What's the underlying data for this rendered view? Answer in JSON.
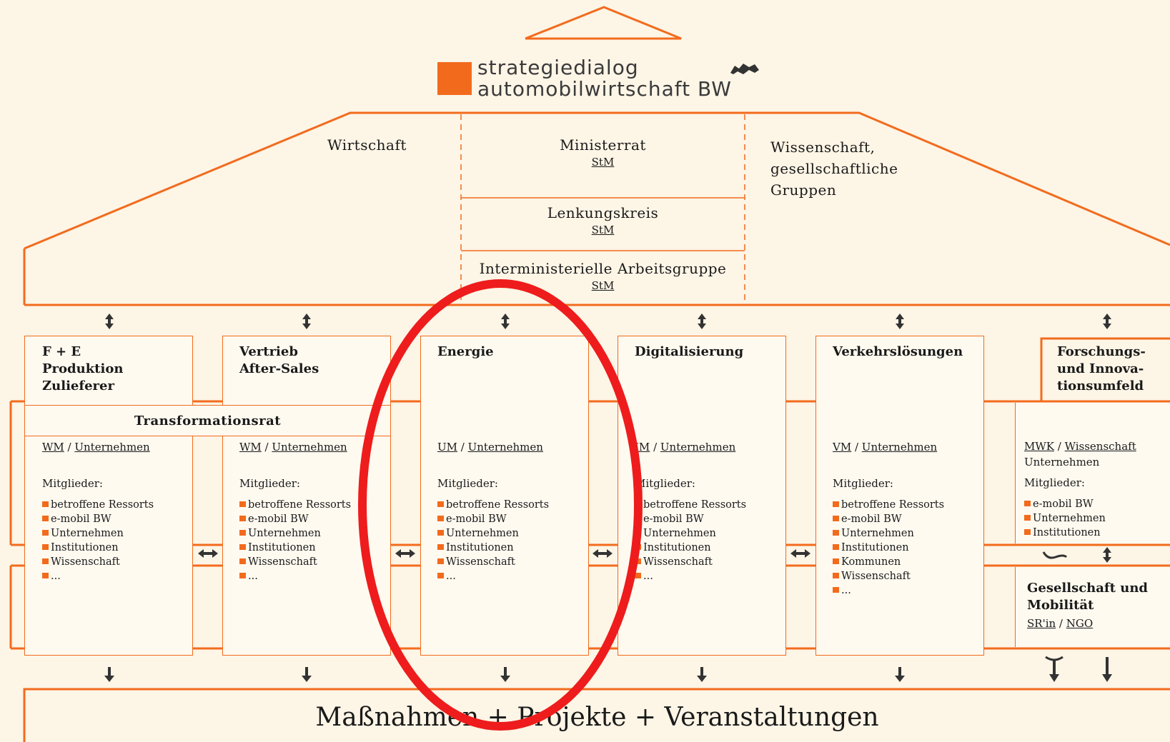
{
  "logo": {
    "line1": "strategiedialog",
    "line2": "automobilwirtschaft BW",
    "accent_color": "#f26b1d",
    "emblem_icon": "lion-emblem-icon"
  },
  "roof": {
    "left_title": "Wirtschaft",
    "right_title_lines": [
      "Wissenschaft,",
      "gesellschaftliche",
      "Gruppen"
    ],
    "ministerrat": {
      "label": "Ministerrat",
      "org": "StM"
    },
    "lenkungskreis": {
      "label": "Lenkungskreis",
      "org": "StM"
    },
    "iag": {
      "label": "Interministerielle Arbeitsgruppe",
      "org": "StM"
    }
  },
  "transformationsrat": "Transformationsrat",
  "members_label": "Mitglieder:",
  "columns": [
    {
      "title_lines": [
        "F + E",
        "Produktion",
        "Zulieferer"
      ],
      "org_a": "WM",
      "org_sep": " / ",
      "org_b": "Unternehmen",
      "members": [
        "betroffene Ressorts",
        "e-mobil BW",
        "Unternehmen",
        "Institutionen",
        "Wissenschaft",
        "..."
      ]
    },
    {
      "title_lines": [
        "Vertrieb",
        "After-Sales"
      ],
      "org_a": "WM",
      "org_sep": " / ",
      "org_b": "Unternehmen",
      "members": [
        "betroffene Ressorts",
        "e-mobil BW",
        "Unternehmen",
        "Institutionen",
        "Wissenschaft",
        "..."
      ]
    },
    {
      "title_lines": [
        "Energie"
      ],
      "org_a": "UM",
      "org_sep": " / ",
      "org_b": "Unternehmen",
      "members": [
        "betroffene Ressorts",
        "e-mobil BW",
        "Unternehmen",
        "Institutionen",
        "Wissenschaft",
        "..."
      ]
    },
    {
      "title_lines": [
        "Digitalisierung"
      ],
      "org_a": "IM",
      "org_sep": " / ",
      "org_b": "Unternehmen",
      "members": [
        "betroffene Ressorts",
        "e-mobil BW",
        "Unternehmen",
        "Institutionen",
        "Wissenschaft",
        "..."
      ]
    },
    {
      "title_lines": [
        "Verkehrslösungen"
      ],
      "org_a": "VM",
      "org_sep": " / ",
      "org_b": "Unternehmen",
      "members": [
        "betroffene Ressorts",
        "e-mobil BW",
        "Unternehmen",
        "Institutionen",
        "Kommunen",
        "Wissenschaft",
        "..."
      ]
    }
  ],
  "forschung": {
    "title_lines": [
      "Forschungs-",
      "und Innova-",
      "tionsumfeld"
    ],
    "org_a": "MWK",
    "org_sep": " / ",
    "org_b": "Wissenschaft",
    "org_line2": "Unternehmen",
    "members": [
      "e-mobil BW",
      "Unternehmen",
      "Institutionen"
    ]
  },
  "gesellschaft": {
    "title_lines": [
      "Gesellschaft und",
      "Mobilität"
    ],
    "org_a": "SR'in",
    "org_sep": " / ",
    "org_b": "NGO"
  },
  "bottom": "Maßnahmen + Projekte + Veranstaltungen",
  "colors": {
    "orange": "#f26b1d",
    "highlight_red": "#ee1c1c",
    "background": "#fdf5e6",
    "box_fill": "#fffaf0"
  }
}
